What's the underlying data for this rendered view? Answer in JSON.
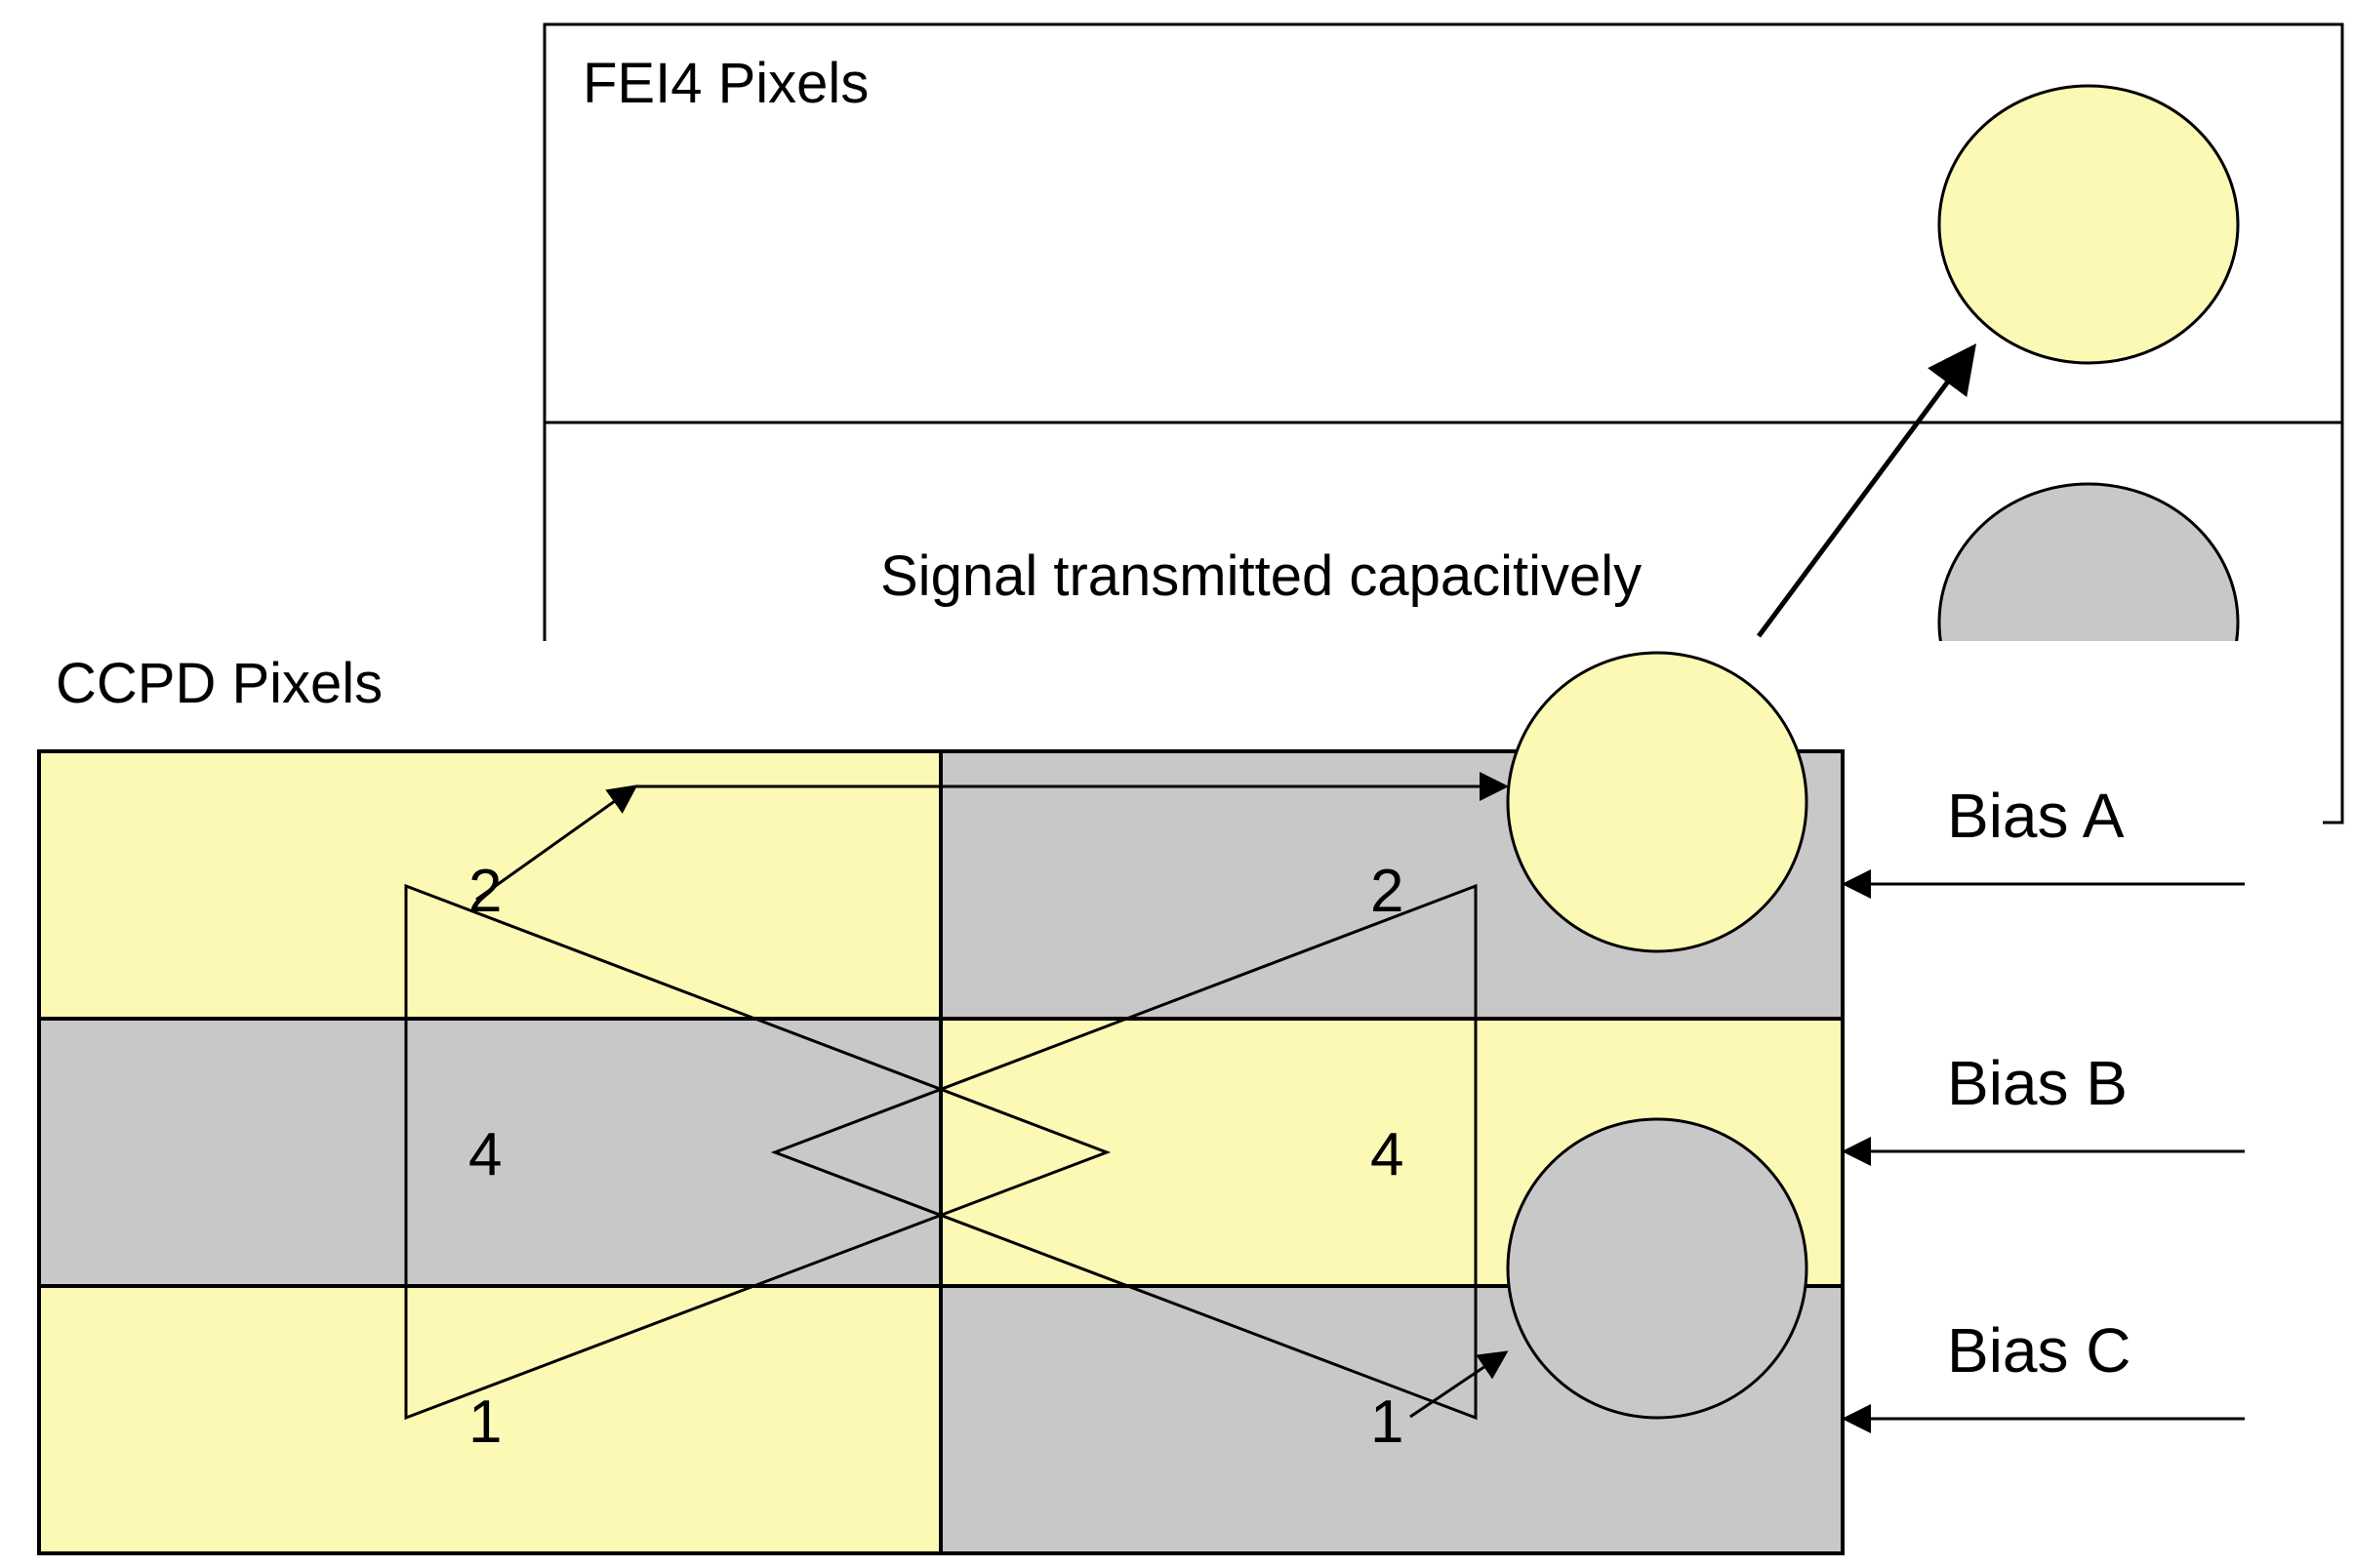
{
  "fei4": {
    "title": "FEI4 Pixels"
  },
  "ccpd": {
    "title": "CCPD Pixels"
  },
  "signal_label": "Signal transmitted capacitively",
  "bias": {
    "a": "Bias A",
    "b": "Bias B",
    "c": "Bias C"
  },
  "amplifiers": {
    "left": {
      "top": "2",
      "mid": "4",
      "bottom": "1"
    },
    "right": {
      "top": "2",
      "mid": "4",
      "bottom": "1"
    }
  },
  "colors": {
    "yellow": "#FCF9B5",
    "gray": "#C8C8C8",
    "stroke": "#000000"
  }
}
